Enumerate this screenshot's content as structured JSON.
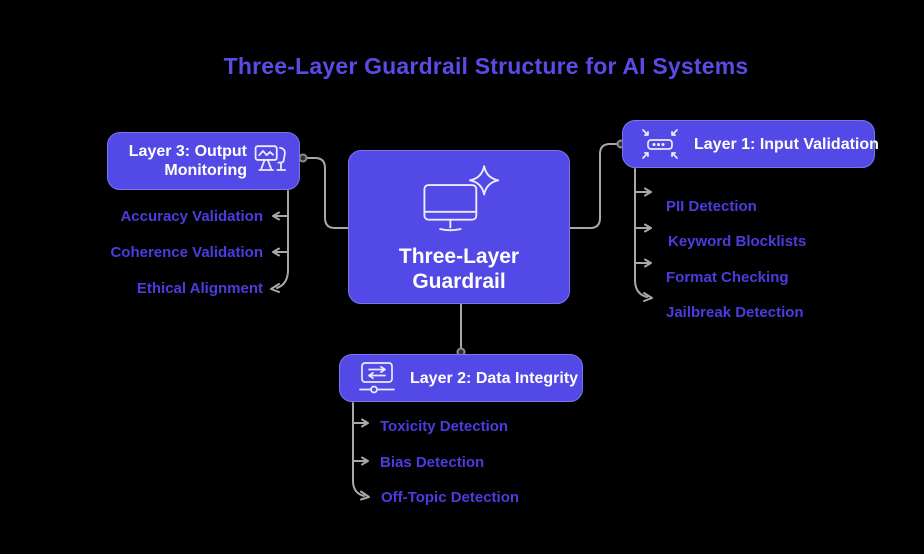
{
  "title": "Three-Layer Guardrail Structure for AI Systems",
  "center": {
    "label": "Three-Layer Guardrail",
    "icon": "monitor-sparkle-icon"
  },
  "layers": [
    {
      "title": "Layer 1: Input Validation",
      "icon": "compress-input-icon",
      "items": [
        "PII Detection",
        "Keyword Blocklists",
        "Format Checking",
        "Jailbreak Detection"
      ]
    },
    {
      "title": "Layer 2: Data Integrity",
      "icon": "data-transfer-slider-icon",
      "items": [
        "Toxicity Detection",
        "Bias Detection",
        "Off-Topic Detection"
      ]
    },
    {
      "title": "Layer 3: Output Monitoring",
      "icon": "monitoring-station-icon",
      "items": [
        "Accuracy Validation",
        "Coherence Validation",
        "Ethical Alignment"
      ]
    }
  ],
  "colors": {
    "background": "#000000",
    "box_fill": "#5349e6",
    "box_border": "#7d75f0",
    "box_text": "#ffffff",
    "title_text": "#5a4ae6",
    "item_text": "#4c3ce0",
    "connector": "#a8a8a8"
  }
}
